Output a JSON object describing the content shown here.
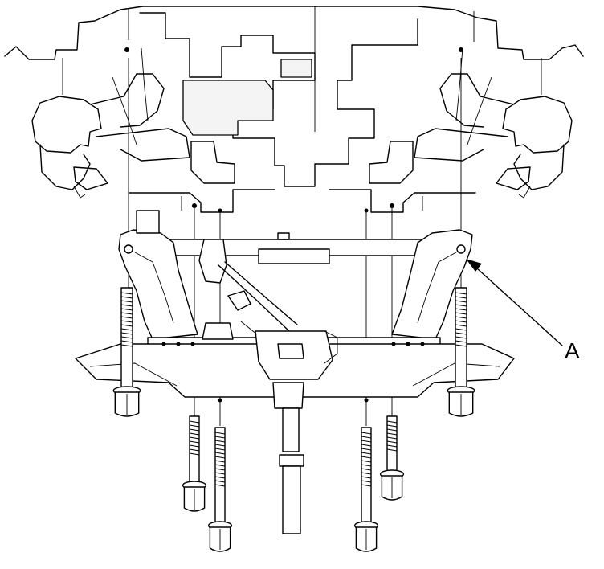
{
  "diagram": {
    "callout_label": "A",
    "colors": {
      "line": "#000000",
      "background": "#ffffff"
    },
    "parts": [
      "vehicle-underbody",
      "front-subframe",
      "subframe-mounting-bolt-front-left",
      "subframe-mounting-bolt-front-right",
      "subframe-mounting-bolt-rear-left-outer",
      "subframe-mounting-bolt-rear-left-inner",
      "subframe-mounting-bolt-rear-right-inner",
      "subframe-mounting-bolt-rear-right-outer",
      "steering-gearbox",
      "steering-column-shaft",
      "support-jack-post",
      "callout-arrow-a"
    ]
  }
}
